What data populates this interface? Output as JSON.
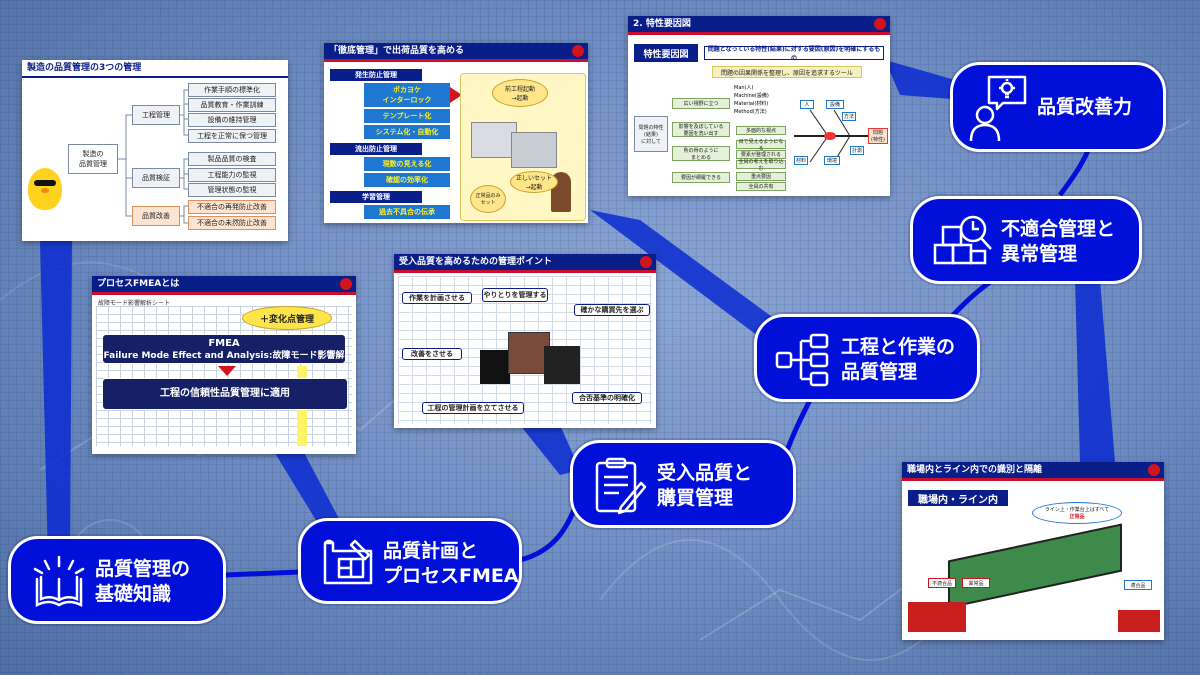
{
  "colors": {
    "pill_bg": "#0010d9",
    "slide_header": "#0a1e8a",
    "accent_red": "#c8102e",
    "background": "#6f8fc4"
  },
  "slides": {
    "foundation": {
      "title": "製造の品質管理の3つの管理",
      "root": "製造の\n品質管理",
      "groups": [
        {
          "label": "工程管理",
          "items": [
            "作業手順の標準化",
            "品質教育・作業訓練",
            "設備の維持管理",
            "工程を正常に保つ管理"
          ]
        },
        {
          "label": "品質検証",
          "items": [
            "製品品質の検査",
            "工程能力の監視",
            "管理状態の監視"
          ]
        },
        {
          "label": "品質改善",
          "items": [
            "不適合の再発防止改善",
            "不適合の未然防止改善"
          ]
        }
      ]
    },
    "shipping": {
      "title": "「徹底管理」で出荷品質を高める",
      "sections": [
        {
          "heading": "発生防止管理",
          "items": [
            "ポカヨケ\nインターロック",
            "テンプレート化",
            "システム化・自動化"
          ]
        },
        {
          "heading": "流出防止管理",
          "items": [
            "現数の見える化",
            "確認の効率化"
          ]
        },
        {
          "heading": "学習管理",
          "items": [
            "過去不具合の伝承"
          ]
        }
      ],
      "callouts": [
        "前工程起動\n→起動",
        "正しいセット\n→起動",
        "正常品のみ\nセット"
      ]
    },
    "fishbone": {
      "title": "2. 特性要因図",
      "badge": "特性要因図",
      "banner": "問題となっている特性(結果)に対する要因(原因)を明確にするもの",
      "subbanner": "問題の因果関係を整理し、原因を追求するツール",
      "left_root": "問題の特性\n(結果)\nに対して",
      "branches": [
        "広い視野に立つ",
        "影響を及ぼしている\n要因を洗い出す",
        "魚の骨のように\nまとめる",
        "要因が網羅できる"
      ],
      "four_m": [
        "Man(人)",
        "Machine(設備)",
        "Material(材料)",
        "Method(方法)"
      ],
      "notes": [
        "多面的な視点",
        "目で見えるようになる",
        "要素が整理される",
        "全員の考えを取り込む",
        "重点要因",
        "全員の共有"
      ],
      "fish_labels": [
        "人",
        "設備",
        "方法",
        "材料",
        "環境",
        "計測",
        "問題\n(特性)"
      ]
    },
    "fmea": {
      "title": "プロセスFMEAとは",
      "sheet_title": "故障モード影響解析シート",
      "bubble": "＋変化点管理",
      "main_line1": "FMEA",
      "main_line2": "Failure Mode Effect and Analysis:故障モード影響解析",
      "second": "工程の信頼性品質管理に適用"
    },
    "incoming": {
      "title": "受入品質を高めるための管理ポイント",
      "labels": [
        "作業を計画させる",
        "やりとりを管理する",
        "確かな購買先を選ぶ",
        "改善をさせる",
        "合否基準の明確化",
        "工程の管理計画を立てさせる"
      ]
    },
    "line": {
      "title": "職場内とライン内での識別と隔離",
      "banner": "職場内・ライン内",
      "bubble": "ライン上・作業台上はすべて",
      "tag_good": "正常品",
      "tag_bad1": "不適合品",
      "tag_bad2": "異常品",
      "tag_ok2": "適合品"
    }
  },
  "nodes": [
    {
      "id": "basics",
      "label": "品質管理の\n基礎知識",
      "icon": "open-book-icon"
    },
    {
      "id": "planning",
      "label": "品質計画と\nプロセスFMEA",
      "icon": "blueprint-ruler-icon"
    },
    {
      "id": "incoming",
      "label": "受入品質と\n購買管理",
      "icon": "clipboard-pen-icon"
    },
    {
      "id": "process",
      "label": "工程と作業の\n品質管理",
      "icon": "hierarchy-flow-icon"
    },
    {
      "id": "nonconform",
      "label": "不適合管理と\n異常管理",
      "icon": "boxes-magnifier-icon"
    },
    {
      "id": "improve",
      "label": "品質改善力",
      "icon": "idea-person-icon"
    }
  ]
}
